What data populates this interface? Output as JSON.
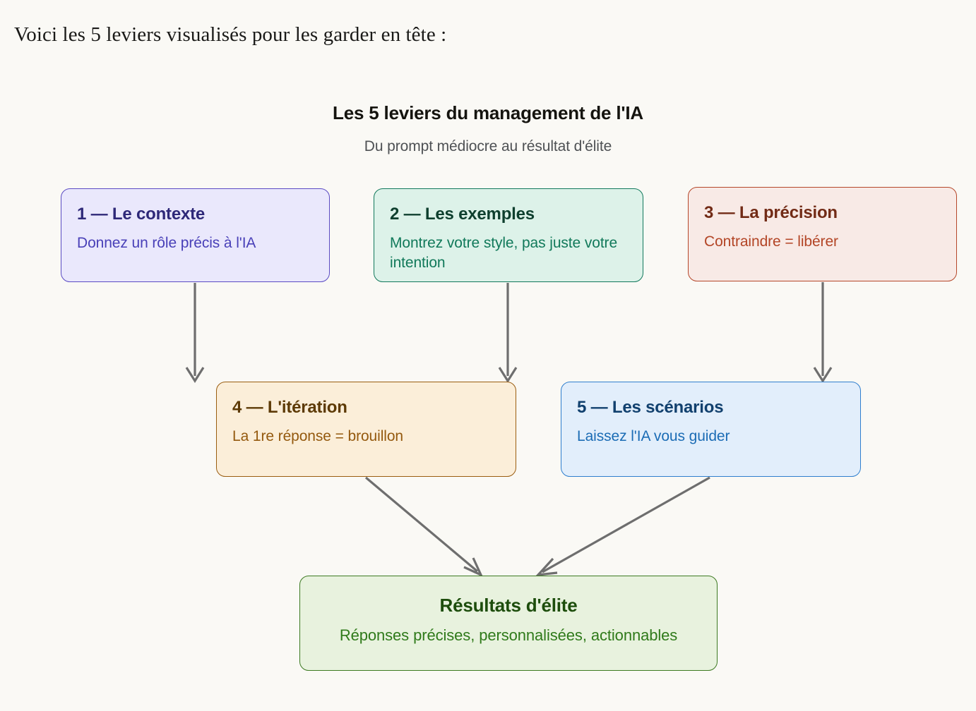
{
  "intro": {
    "text": "Voici les 5 leviers visualisés pour les garder en tête :"
  },
  "diagram": {
    "title": "Les 5 leviers du management de l'IA",
    "subtitle": "Du prompt médiocre au résultat d'élite",
    "background_color": "#faf9f5",
    "arrow_color": "#6e6e6e",
    "nodes": [
      {
        "id": "node-1",
        "title": "1 — Le contexte",
        "subtitle": "Donnez un rôle précis à l'IA",
        "fill": "#eae8fc",
        "border": "#5b4bc4",
        "title_color": "#2e2878",
        "subtitle_color": "#4940b8"
      },
      {
        "id": "node-2",
        "title": "2 — Les exemples",
        "subtitle": "Montrez votre style, pas juste votre intention",
        "fill": "#ddf2e9",
        "border": "#12795c",
        "title_color": "#0e3f2e",
        "subtitle_color": "#11795a"
      },
      {
        "id": "node-3",
        "title": "3 — La précision",
        "subtitle": "Contraindre = libérer",
        "fill": "#f8eae6",
        "border": "#b5472a",
        "title_color": "#722b16",
        "subtitle_color": "#b34526"
      },
      {
        "id": "node-4",
        "title": "4 — L'itération",
        "subtitle": "La 1re réponse = brouillon",
        "fill": "#fbeed9",
        "border": "#9a5d10",
        "title_color": "#5d3a06",
        "subtitle_color": "#94590e"
      },
      {
        "id": "node-5",
        "title": "5 — Les scénarios",
        "subtitle": "Laissez l'IA vous guider",
        "fill": "#e2eefb",
        "border": "#2f7fce",
        "title_color": "#11406e",
        "subtitle_color": "#1b6cb5"
      },
      {
        "id": "node-result",
        "title": "Résultats d'élite",
        "subtitle": "Réponses précises, personnalisées, actionnables",
        "fill": "#e8f2de",
        "border": "#3d7a22",
        "title_color": "#1d4d0c",
        "subtitle_color": "#2f7a1a"
      }
    ],
    "edges": [
      {
        "from": "node-1",
        "to": "node-4"
      },
      {
        "from": "node-2",
        "to": "node-4"
      },
      {
        "from": "node-3",
        "to": "node-5"
      },
      {
        "from": "node-4",
        "to": "node-result"
      },
      {
        "from": "node-5",
        "to": "node-result"
      }
    ]
  }
}
